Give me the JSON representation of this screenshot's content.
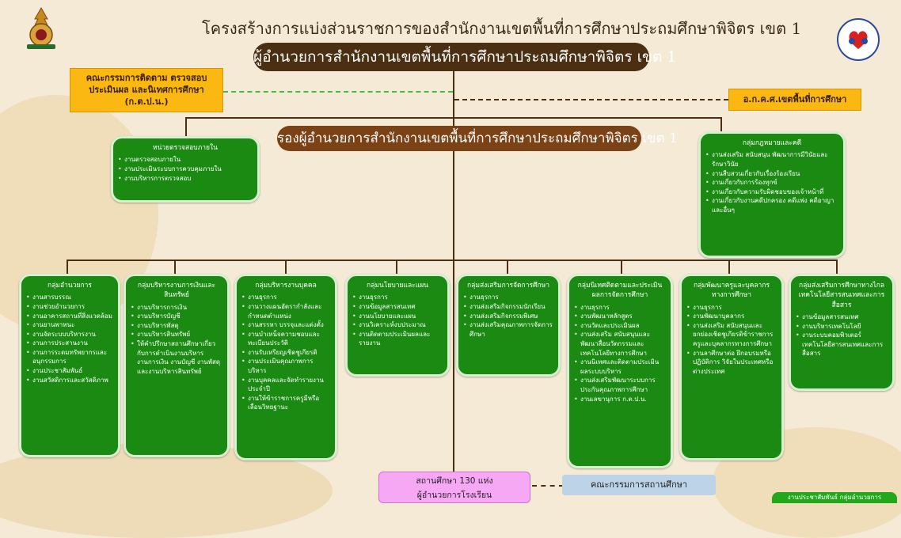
{
  "title": "โครงสร้างการแบ่งส่วนราชการของสำนักงานเขตพื้นที่การศึกษาประถมศึกษาพิจิตร เขต 1",
  "director": "ผู้อำนวยการสำนักงานเขตพื้นที่การศึกษาประถมศึกษาพิจิตร เขต 1",
  "deputy": "รองผู้อำนวยการสำนักงานเขตพื้นที่การศึกษาประถมศึกษาพิจิตร เขต 1",
  "left_committee": {
    "line1": "คณะกรรมการติดตาม ตรวจสอบ",
    "line2": "ประเมินผล และนิเทศการศึกษา",
    "line3": "(ก.ต.ป.น.)"
  },
  "right_committee": "อ.ก.ค.ศ.เขตพื้นที่การศึกษา",
  "audit_unit": {
    "title": "หน่วยตรวจสอบภายใน",
    "items": [
      "งานตรวจสอบภายใน",
      "งานประเมินระบบการควบคุมภายใน",
      "งานบริหารการตรวจสอบ"
    ]
  },
  "legal_group": {
    "title": "กลุ่มกฎหมายและคดี",
    "items": [
      "งานส่งเสริม สนับสนุน พัฒนาการมีวินัยและรักษาวินัย",
      "งานสืบสวนเกี่ยวกับเรื่องร้องเรียน",
      "งานเกี่ยวกับการร้องทุกข์",
      "งานเกี่ยวกับความรับผิดชอบของเจ้าหน้าที่",
      "งานเกี่ยวกับงานคดีปกครอง คดีแพ่ง คดีอาญาและอื่นๆ"
    ]
  },
  "groups": [
    {
      "title": "กลุ่มอำนวยการ",
      "items": [
        "งานสารบรรณ",
        "งานช่วยอำนวยการ",
        "งานอาคารสถานที่สิ่งแวดล้อม",
        "งานยานพาหนะ",
        "งานจัดระบบบริหารงาน",
        "งานการประสานงาน",
        "งานการระดมทรัพยากรและอนุกรรมการ",
        "งานประชาสัมพันธ์",
        "งานสวัสดิการและสวัสดิภาพ"
      ]
    },
    {
      "title": "กลุ่มบริหารงานการเงินและสินทรัพย์",
      "items": [
        "งานบริหารการเงิน",
        "งานบริหารบัญชี",
        "งานบริหารพัสดุ",
        "งานบริหารสินทรัพย์",
        "ให้คำปรึกษาสถานศึกษาเกี่ยวกับการดำเนินงานบริหารงานการเงิน งานบัญชี งานพัสดุ และงานบริหารสินทรัพย์"
      ]
    },
    {
      "title": "กลุ่มบริหารงานบุคคล",
      "items": [
        "งานธุรการ",
        "งานวางแผนอัตรากำลังและกำหนดตำแหน่ง",
        "งานสรรหา บรรจุและแต่งตั้ง",
        "งานบำเหน็จความชอบและทะเบียนประวัติ",
        "งานรับเหรียญเชิดชูเกียรติ",
        "งานประเมินคุณภาพการบริหาร",
        "งานบุคคลและจัดทำรายงานประจำปี",
        "งานให้ข้าราชการครูมีหรือเลื่อนวิทยฐานะ"
      ]
    },
    {
      "title": "กลุ่มนโยบายและแผน",
      "items": [
        "งานธุรการ",
        "งานข้อมูลสารสนเทศ",
        "งานนโยบายและแผน",
        "งานวิเคราะห์งบประมาณ",
        "งานติดตามประเมินผลและรายงาน"
      ]
    },
    {
      "title": "กลุ่มส่งเสริมการจัดการศึกษา",
      "items": [
        "งานธุรการ",
        "งานส่งเสริมกิจกรรมนักเรียน",
        "งานส่งเสริมกิจกรรมพิเศษ",
        "งานส่งเสริมคุณภาพการจัดการศึกษา"
      ]
    },
    {
      "title": "กลุ่มนิเทศติดตามและประเมินผลการจัดการศึกษา",
      "items": [
        "งานธุรการ",
        "งานพัฒนาหลักสูตร",
        "งานวัดและประเมินผล",
        "งานส่งเสริม สนับสนุนและพัฒนาสื่อนวัตกรรมและเทคโนโลยีทางการศึกษา",
        "งานนิเทศและติดตามประเมินผลระบบบริหาร",
        "งานส่งเสริมพัฒนาระบบการประกันคุณภาพการศึกษา",
        "งานเลขานุการ ก.ต.ป.น."
      ]
    },
    {
      "title": "กลุ่มพัฒนาครูและบุคลากรทางการศึกษา",
      "items": [
        "งานธุรการ",
        "งานพัฒนาบุคลากร",
        "งานส่งเสริม สนับสนุนและยกย่องเชิดชูเกียรติข้าราชการครูและบุคลากรทางการศึกษา",
        "งานลาศึกษาต่อ ฝึกอบรมหรือ ปฏิบัติการ วิจัยในประเทศหรือต่างประเทศ"
      ]
    },
    {
      "title": "กลุ่มส่งเสริมการศึกษาทางไกลเทคโนโลยีสารสนเทศและการสื่อสาร",
      "items": [
        "งานข้อมูลสารสนเทศ",
        "งานบริหารเทคโนโลยี",
        "งานระบบคอมพิวเตอร์เทคโนโลยีสารสนเทศและการสื่อสาร"
      ]
    }
  ],
  "schools": {
    "line1": "สถานศึกษา 130 แห่ง",
    "line2": "ผู้อำนวยการโรงเรียน"
  },
  "school_committee": "คณะกรรมการสถานศึกษา",
  "footer_tag": "งานประชาสัมพันธ์ กลุ่มอำนวยการ",
  "colors": {
    "green": "#1a8a12",
    "yellow": "#fbb813",
    "brown": "#4a2f12",
    "pink": "#f6a8f4",
    "lightblue": "#bcd3e8"
  },
  "icons": [
    "obec-emblem-icon",
    "heart-hands-logo-icon"
  ]
}
